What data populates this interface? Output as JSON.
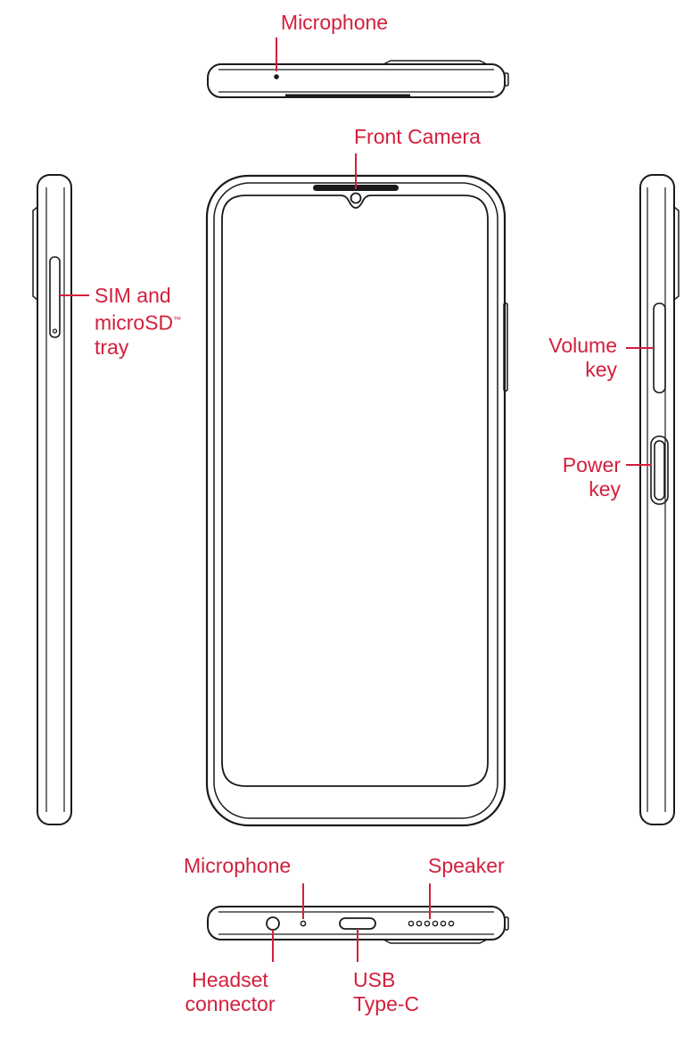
{
  "colors": {
    "label": "#d21f3c",
    "outline": "#1a1a1a",
    "background": "#ffffff"
  },
  "labels": {
    "top_microphone": "Microphone",
    "front_camera": "Front Camera",
    "sim_tray": [
      "SIM and",
      "microSD",
      "tray"
    ],
    "sim_tray_mark": "™",
    "volume_key": [
      "Volume",
      "key"
    ],
    "power_key": [
      "Power",
      "key"
    ],
    "bottom_microphone": "Microphone",
    "speaker": "Speaker",
    "headset_connector": [
      "Headset",
      "connector"
    ],
    "usb": [
      "USB",
      "Type-C"
    ]
  }
}
